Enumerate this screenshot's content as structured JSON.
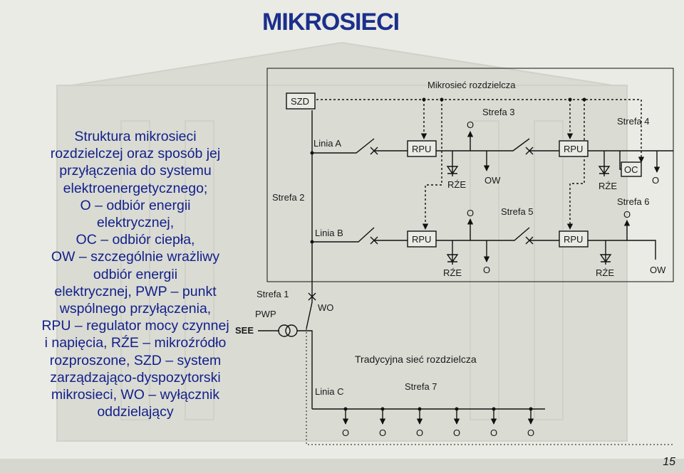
{
  "slide": {
    "title": "MIKROSIECI",
    "page_number": "15",
    "description_lines": [
      "Struktura mikrosieci",
      "rozdzielczej oraz sposób jej",
      "przyłączenia do systemu",
      "elektroenergetycznego;",
      "O – odbiór energii",
      "elektrycznej,",
      "OC – odbiór ciepła,",
      "OW – szczególnie wrażliwy",
      "odbiór energii",
      "elektrycznej, PWP – punkt",
      "wspólnego przyłączenia,",
      "RPU – regulator mocy czynnej",
      "i napięcia, RŹE – mikroźródło",
      "rozproszone, SZD – system",
      "zarządzająco-dyspozytorski",
      "mikrosieci, WO – wyłącznik",
      "oddzielający"
    ]
  },
  "diagram": {
    "mikrosiec_label": "Mikrosieć rozdzielcza",
    "szd": "SZD",
    "strefa_1": "Strefa 1",
    "strefa_2": "Strefa 2",
    "strefa_3": "Strefa 3",
    "strefa_4": "Strefa 4",
    "strefa_5": "Strefa 5",
    "strefa_6": "Strefa 6",
    "strefa_7": "Strefa 7",
    "linia_a": "Linia A",
    "linia_b": "Linia B",
    "linia_c": "Linia C",
    "see": "SEE",
    "pwp": "PWP",
    "wo": "WO",
    "rpu": "RPU",
    "rze": "RŹE",
    "o": "O",
    "ow": "OW",
    "oc": "OC",
    "tradycyjna": "Tradycyjna sieć rozdzielcza"
  }
}
